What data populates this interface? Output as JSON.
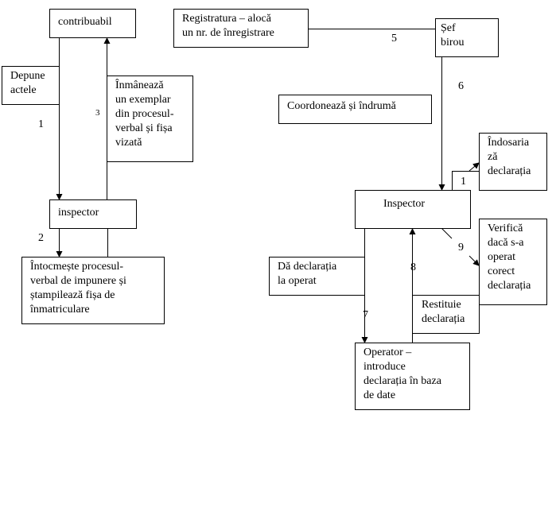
{
  "left_flow": {
    "contribuabil": "contribuabil",
    "depune": "Depune\nactele",
    "inmaneaza": "Înmânează\nun exemplar\ndin procesul-\nverbal și fișa\nvizată",
    "inspector": "inspector",
    "intocmeste": "Întocmește procesul-\nverbal de impunere și\nștampilează fișa de\nînmatriculare",
    "step1": "1",
    "step2": "2",
    "step3": "3"
  },
  "right_flow": {
    "registratura": "Registratura – alocă\nun nr. de înregistrare",
    "sef_birou": "Șef\nbirou",
    "coordoneaza": "Coordonează și îndrumă",
    "indosariaza": "Îndosaria\nză\ndeclarația",
    "inspector": "Inspector",
    "verifica": "Verifică\ndacă s-a\noperat\ncorect\ndeclarația",
    "da_declaratia": "Dă declarația\nla operat",
    "restituie": "Restituie\ndeclarația",
    "operator": "Operator –\nintroduce\ndeclarația în baza\nde date",
    "step5": "5",
    "step6": "6",
    "step1": "1",
    "step7": "7",
    "step8": "8",
    "step9": "9"
  }
}
